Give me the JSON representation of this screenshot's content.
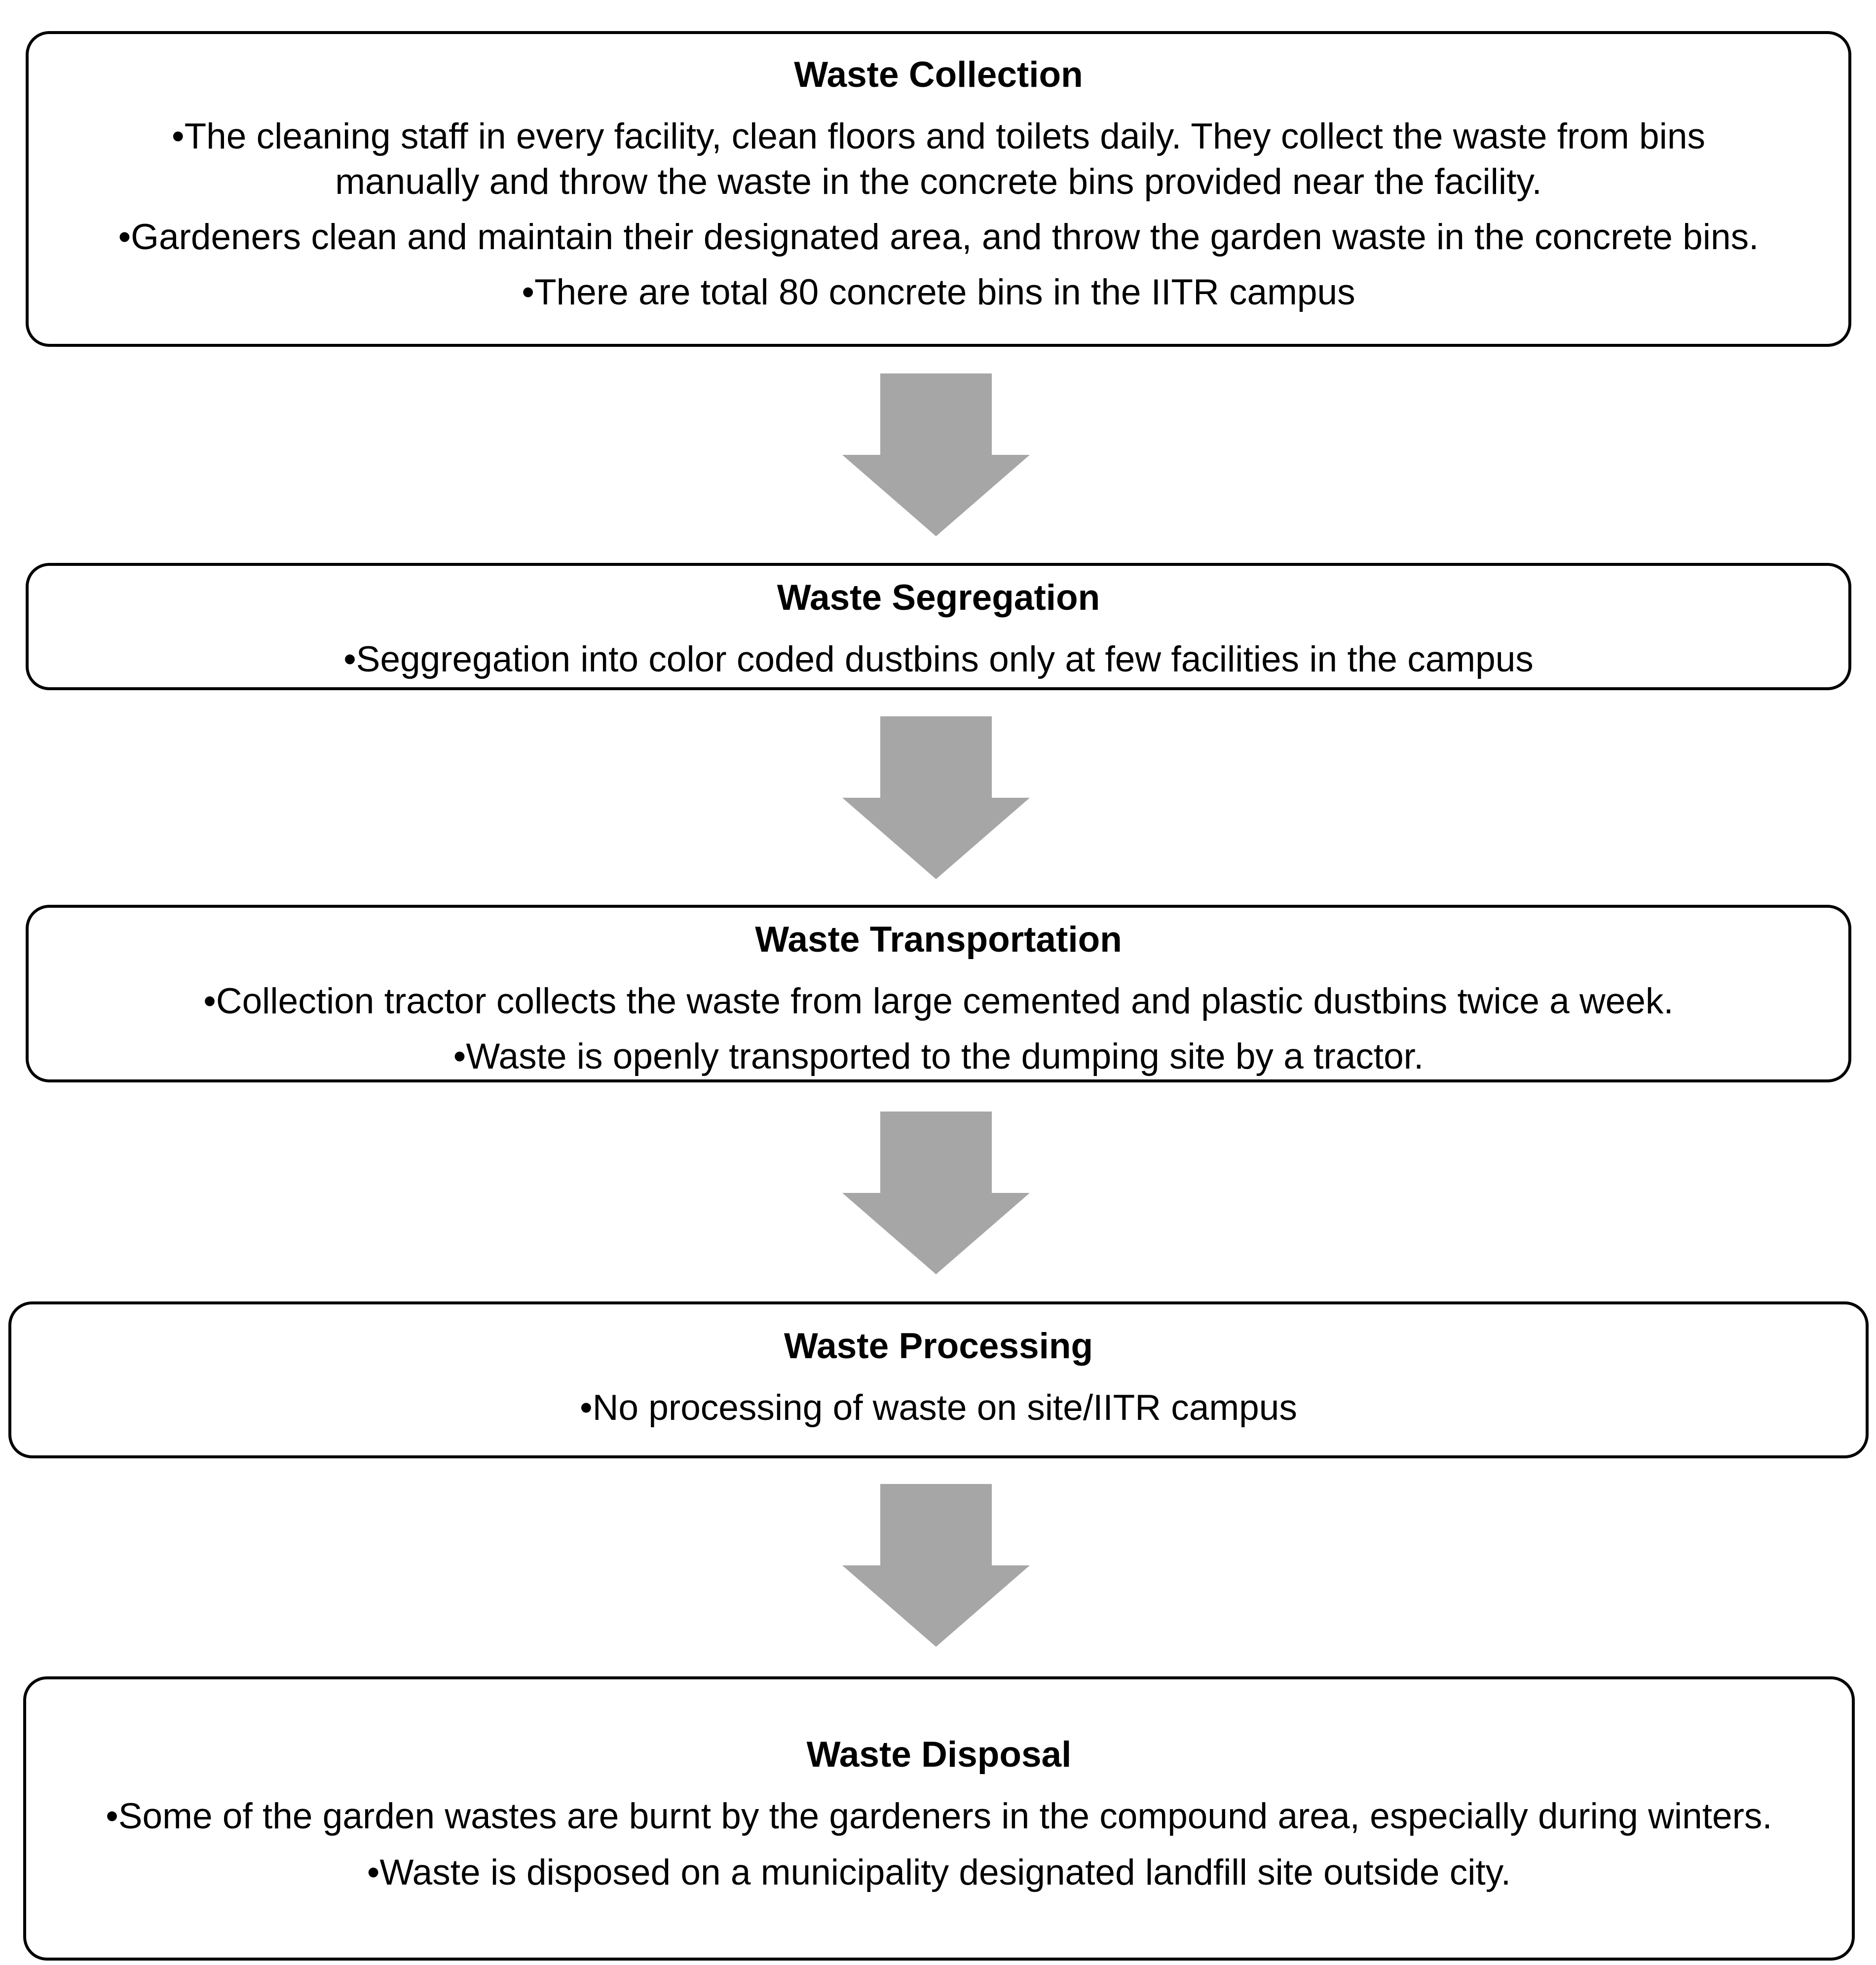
{
  "stages": [
    {
      "title": "Waste Collection",
      "bullets": [
        "The cleaning staff in every facility, clean floors and  toilets daily. They collect the waste from bins manually and throw the waste in the concrete bins provided near the facility.",
        "Gardeners clean and maintain their designated area, and throw the garden waste in the concrete bins.",
        "There are total 80 concrete bins in the IITR campus"
      ]
    },
    {
      "title": "Waste Segregation",
      "bullets": [
        "Seggregation into color coded dustbins only at few facilities in the campus"
      ]
    },
    {
      "title": "Waste Transportation",
      "bullets": [
        "Collection tractor collects the waste from large cemented and plastic dustbins twice a week.",
        "Waste is openly transported to the dumping site by a tractor."
      ]
    },
    {
      "title": "Waste Processing",
      "bullets": [
        "No processing of waste on site/IITR campus"
      ]
    },
    {
      "title": "Waste Disposal",
      "bullets": [
        "Some of the garden wastes are burnt by the gardeners in the compound area, especially during winters.",
        "Waste is disposed on a municipality designated landfill site outside city."
      ]
    }
  ],
  "colors": {
    "arrow": "#a6a6a6",
    "border": "#000000",
    "background": "#ffffff"
  },
  "icons": {
    "arrow": "down-arrow-icon"
  }
}
